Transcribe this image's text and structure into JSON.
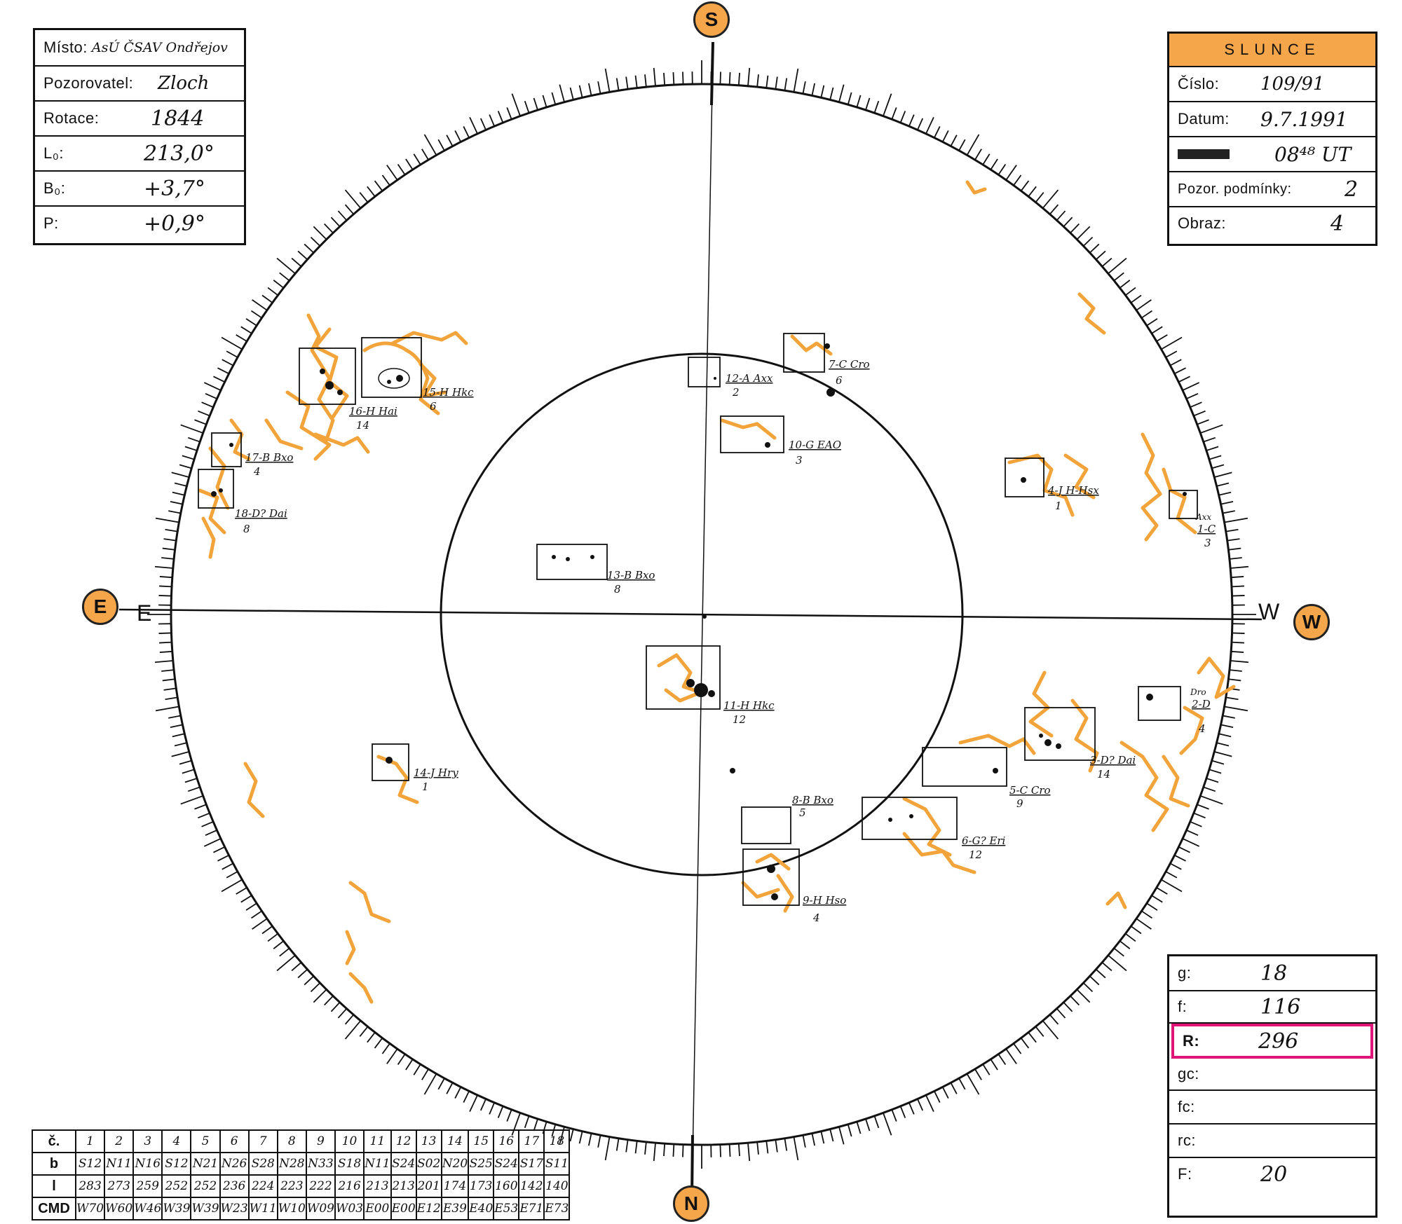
{
  "top_left": {
    "misto_label": "Místo:",
    "misto_value": "AsÚ ČSAV Ondřejov",
    "pozorovatel_label": "Pozorovatel:",
    "pozorovatel_value": "Zloch",
    "rotace_label": "Rotace:",
    "rotace_value": "1844",
    "l0_label": "L₀:",
    "l0_value": "213,0°",
    "b0_label": "B₀:",
    "b0_value": "+3,7°",
    "p_label": "P:",
    "p_value": "+0,9°"
  },
  "top_right": {
    "title": "SLUNCE",
    "cislo_label": "Číslo:",
    "cislo_value": "109/91",
    "datum_label": "Datum:",
    "datum_value": "9.7.1991",
    "cas_value": "08⁴⁸ UT",
    "podminky_label": "Pozor. podmínky:",
    "podminky_value": "2",
    "obraz_label": "Obraz:",
    "obraz_value": "4"
  },
  "bottom_right": {
    "g_label": "g:",
    "g_value": "18",
    "f_label": "f:",
    "f_value": "116",
    "r_label": "R:",
    "r_value": "296",
    "gc_label": "gc:",
    "gc_value": "",
    "fc_label": "fc:",
    "fc_value": "",
    "rc_label": "rc:",
    "rc_value": "",
    "F_label": "F:",
    "F_value": "20"
  },
  "directions": {
    "S": "S",
    "N": "N",
    "E": "E",
    "W": "W"
  },
  "groups": [
    {
      "label": "1-C",
      "extra": "Axx",
      "count": "3"
    },
    {
      "label": "2-D",
      "extra": "Dro",
      "count": "4"
    },
    {
      "label": "3-D? Dai",
      "count": "14"
    },
    {
      "label": "4-J H-Hsx",
      "count": "1"
    },
    {
      "label": "5-C Cro",
      "count": "9"
    },
    {
      "label": "6-G? Eri",
      "count": "12"
    },
    {
      "label": "7-C Cro",
      "count": "6"
    },
    {
      "label": "8-B Bxo",
      "count": "5"
    },
    {
      "label": "9-H Hso",
      "count": "4"
    },
    {
      "label": "10-G EAO",
      "count": "3"
    },
    {
      "label": "11-H Hkc",
      "count": "12"
    },
    {
      "label": "12-A Axx",
      "count": "2"
    },
    {
      "label": "13-B Bxo",
      "count": "8"
    },
    {
      "label": "14-J Hry",
      "count": "1"
    },
    {
      "label": "15-H Hkc",
      "count": "6"
    },
    {
      "label": "16-H Hai",
      "count": "14"
    },
    {
      "label": "17-B Bxo",
      "count": "4"
    },
    {
      "label": "18-D? Dai",
      "count": "8"
    }
  ],
  "table": {
    "rows": [
      {
        "head": "č.",
        "cells": [
          "1",
          "2",
          "3",
          "4",
          "5",
          "6",
          "7",
          "8",
          "9",
          "10",
          "11",
          "12",
          "13",
          "14",
          "15",
          "16",
          "17",
          "18"
        ]
      },
      {
        "head": "b",
        "cells": [
          "S12",
          "N11",
          "N16",
          "S12",
          "N21",
          "N26",
          "S28",
          "N28",
          "N33",
          "S18",
          "N11",
          "S24",
          "S02",
          "N20",
          "S25",
          "S24",
          "S17",
          "S11"
        ]
      },
      {
        "head": "l",
        "cells": [
          "283",
          "273",
          "259",
          "252",
          "252",
          "236",
          "224",
          "223",
          "222",
          "216",
          "213",
          "213",
          "201",
          "174",
          "173",
          "160",
          "142",
          "140"
        ]
      },
      {
        "head": "CMD",
        "cells": [
          "W70",
          "W60",
          "W46",
          "W39",
          "W39",
          "W23",
          "W11",
          "W10",
          "W09",
          "W03",
          "E00",
          "E00",
          "E12",
          "E39",
          "E40",
          "E53",
          "E71",
          "E73"
        ]
      }
    ]
  },
  "colors": {
    "accent_orange": "#f6a64a",
    "faculae_orange": "#f2a33a",
    "highlight_magenta": "#e0157a",
    "ink": "#111111"
  }
}
